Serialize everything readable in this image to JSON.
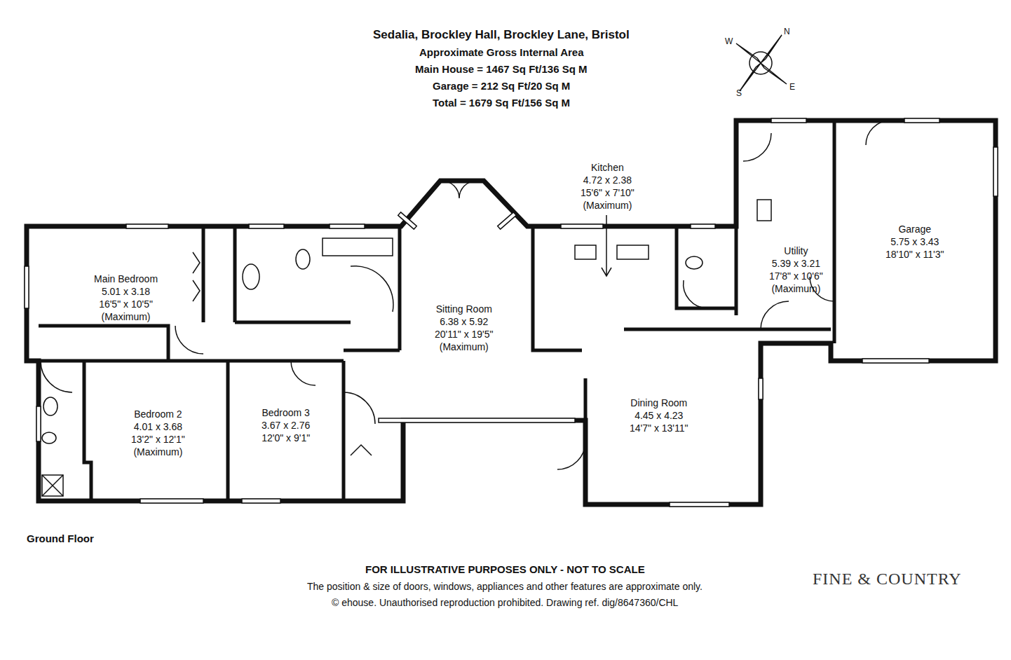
{
  "diagram": {
    "title": "Sedalia, Brockley Hall, Brockley Lane, Bristol",
    "nodes": [
      {
        "text": [
          "Main Bedroom",
          "5.01 x 3.18",
          "16'5\" x 10'5\"",
          "(Maximum)"
        ]
      },
      {
        "text": [
          "Bedroom 2",
          "4.01 x 3.68",
          "13'2\" x 12'1\"",
          "(Maximum)"
        ]
      },
      {
        "text": [
          "Bedroom 3",
          "3.67 x 2.76",
          "12'0\" x 9'1\""
        ]
      },
      {
        "text": [
          "Sitting Room",
          "6.38 x 5.92",
          "20'11\" x 19'5\"",
          "(Maximum)"
        ]
      },
      {
        "text": [
          "Kitchen",
          "4.72 x 2.38",
          "15'6\" x 7'10\"",
          "(Maximum)"
        ]
      },
      {
        "text": [
          "Utility",
          "5.39 x 3.21",
          "17'8\" x 10'6\"",
          "(Maximum)"
        ]
      },
      {
        "text": [
          "Garage",
          "5.75 x 3.43",
          "18'10\" x 11'3\""
        ]
      },
      {
        "text": [
          "Dining Room",
          "4.45 x 4.23",
          "14'7\" x 13'11\""
        ]
      }
    ],
    "labels": [
      "Approximate Gross Internal Area",
      "Main House = 1467 Sq Ft/136 Sq M",
      "Garage = 212 Sq Ft/20 Sq M",
      "Total = 1679 Sq Ft/156 Sq M",
      "W",
      "N",
      "S",
      "E",
      "Ground Floor",
      "FOR ILLUSTRATIVE PURPOSES ONLY - NOT TO SCALE",
      "The position & size of doors, windows, appliances and other features are approximate only.",
      "© ehouse. Unauthorised reproduction prohibited. Drawing ref. dig/8647360/CHL",
      "FINE & COUNTRY"
    ]
  }
}
